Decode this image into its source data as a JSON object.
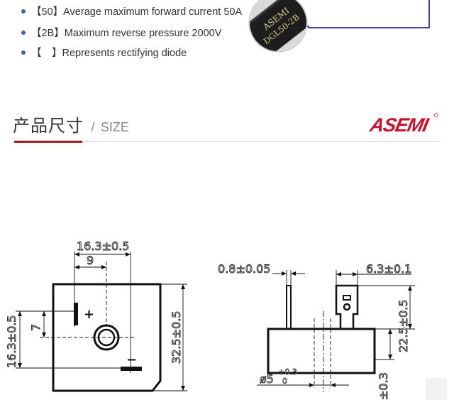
{
  "specs": [
    {
      "code": "【50】",
      "text": "Average maximum forward current 50A"
    },
    {
      "code": "【2B】",
      "text": "Maximum reverse pressure 2000V"
    },
    {
      "code": "【　】",
      "text": "Represents rectifying diode"
    }
  ],
  "chip_marking": {
    "line1": "ASEMI",
    "line2": "DGL50-2B"
  },
  "section": {
    "title_cn": "产品尺寸",
    "separator": "/",
    "title_en": "SIZE"
  },
  "brand": {
    "logo_text": "ASEMI",
    "color": "#c8102e"
  },
  "colors": {
    "bullet": "#3b63b8",
    "accent": "#a31c1c",
    "callout": "#3b4a9a"
  },
  "drawing": {
    "top_width": "16.3±0.5",
    "pin_offset": "9",
    "left_height": "16.3±0.5",
    "left_small": "7",
    "body_height": "32.5±0.5",
    "plus_mark": "+",
    "minus_mark": "−",
    "lead_width": "0.8±0.05",
    "tab_width": "6.3±0.1",
    "lead_height": "22.5±0.5",
    "hole_dia": "ø5",
    "hole_tol_plus": "+0.3",
    "hole_tol_minus": "0",
    "bottom_dim": "±0.3"
  }
}
